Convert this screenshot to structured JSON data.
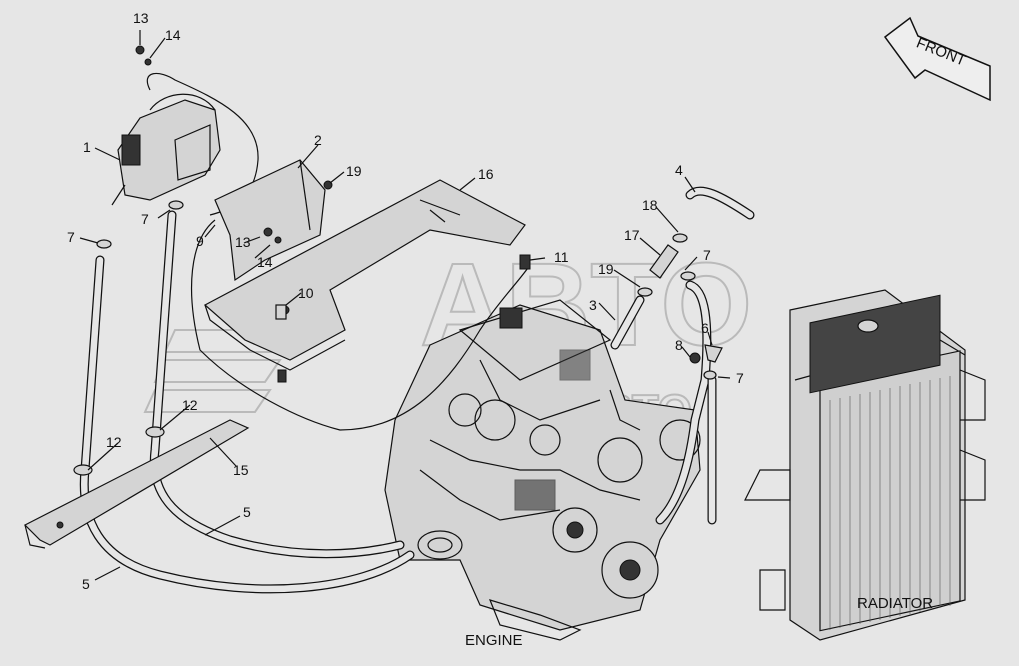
{
  "watermark": {
    "main": "ABTO",
    "sub": "АВТО"
  },
  "front_label": "FRONT",
  "labels": {
    "engine": "ENGINE",
    "radiator": "RADIATOR"
  },
  "callouts": [
    "1",
    "2",
    "3",
    "4",
    "5",
    "5",
    "6",
    "7",
    "7",
    "7",
    "7",
    "8",
    "9",
    "10",
    "11",
    "12",
    "12",
    "13",
    "13",
    "14",
    "14",
    "15",
    "16",
    "17",
    "18",
    "19",
    "19"
  ]
}
